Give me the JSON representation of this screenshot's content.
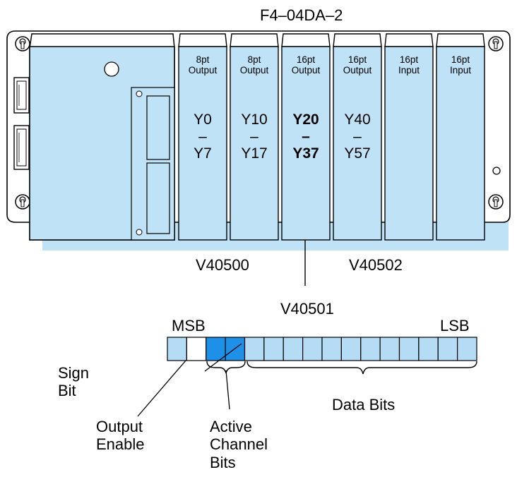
{
  "title": "F4–04DA–2",
  "modules": [
    {
      "type": "8pt\nOutput",
      "addr_start": "Y0",
      "dash": "–",
      "addr_end": "Y7",
      "highlight": false
    },
    {
      "type": "8pt\nOutput",
      "addr_start": "Y10",
      "dash": "–",
      "addr_end": "Y17",
      "highlight": false
    },
    {
      "type": "16pt\nOutput",
      "addr_start": "Y20",
      "dash": "–",
      "addr_end": "Y37",
      "highlight": true
    },
    {
      "type": "16pt\nOutput",
      "addr_start": "Y40",
      "dash": "–",
      "addr_end": "Y57",
      "highlight": false
    },
    {
      "type": "16pt\nInput",
      "addr_start": "",
      "dash": "",
      "addr_end": "",
      "highlight": false
    },
    {
      "type": "16pt\nInput",
      "addr_start": "",
      "dash": "",
      "addr_end": "",
      "highlight": false
    }
  ],
  "v_addresses": {
    "left": "V40500",
    "right": "V40502",
    "pointer": "V40501"
  },
  "register": {
    "msb": "MSB",
    "lsb": "LSB",
    "bit_colors": [
      "light",
      "white",
      "dark",
      "dark",
      "light",
      "light",
      "light",
      "light",
      "light",
      "light",
      "light",
      "light",
      "light",
      "light",
      "light",
      "light"
    ]
  },
  "labels": {
    "sign_bit": "Sign\nBit",
    "output_enable": "Output\nEnable",
    "active_channel_bits": "Active\nChannel\nBits",
    "data_bits": "Data Bits"
  },
  "colors": {
    "light_blue": "#b5dcf5",
    "dark_blue": "#1e90e8",
    "module_face": "#bfe2f7",
    "outline": "#000000"
  }
}
